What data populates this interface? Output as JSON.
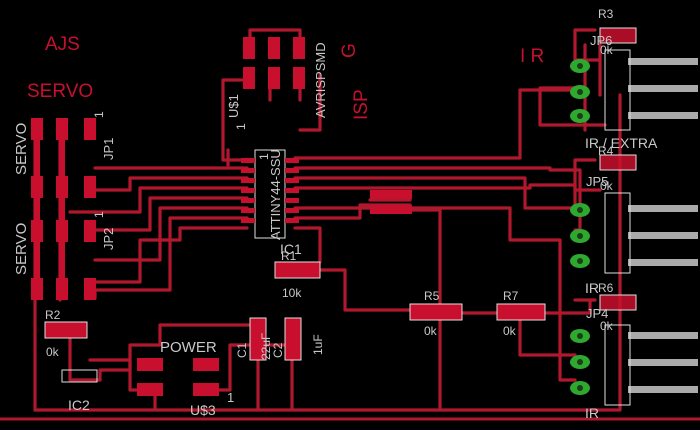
{
  "board": {
    "labels": {
      "ajs": "AJS",
      "servo_title": "SERVO",
      "servo_1": "SERVO",
      "servo_2": "SERVO",
      "ir_title": "I R",
      "isp": "ISP",
      "g": "G",
      "power": "POWER",
      "avrispsmd": "AVRISPSMD",
      "attiny": "ATTINY44-SSU",
      "us1": "U$1",
      "us3": "U$3",
      "ic1": "IC1",
      "ic2": "IC2",
      "jp1": "JP1",
      "jp2": "JP2",
      "jp4": "JP4",
      "jp5": "JP5",
      "jp6": "JP6",
      "one_a": "1",
      "one_b": "1",
      "one_c": "1",
      "one_d": "1",
      "one_e": "1",
      "r1": "R1",
      "r1_val": "10k",
      "r2": "R2",
      "r2_val": "0k",
      "r3": "R3",
      "r3_val": "0k",
      "r4": "R4",
      "r4_val": "0k",
      "r5": "R5",
      "r5_val": "0k",
      "r6": "R6",
      "r6_val": "0k",
      "r7": "R7",
      "r7_val": "0k",
      "c1": "C1",
      "c2": "C2",
      "c1_val": "22uF",
      "c2_val": "1uF",
      "ir_extra": "IR / EXTRA",
      "ir_mid": "IR",
      "ir_bottom": "IR"
    }
  }
}
